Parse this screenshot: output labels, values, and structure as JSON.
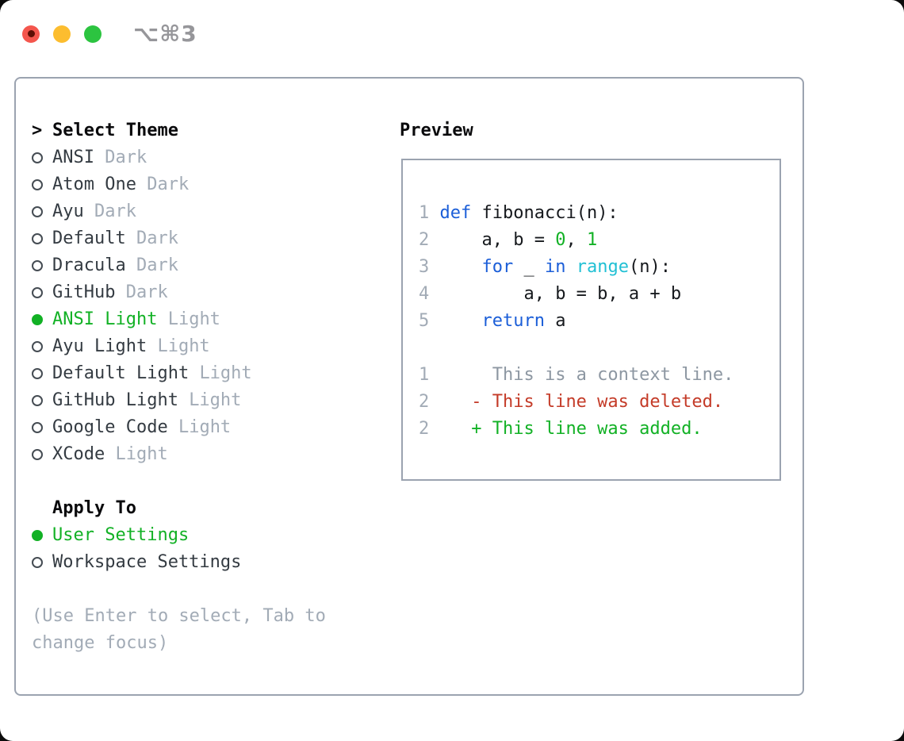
{
  "window": {
    "shortcut_label": "⌥⌘3",
    "traffic_lights": [
      {
        "name": "close",
        "color": "#f4564d",
        "has_dot": true
      },
      {
        "name": "minimize",
        "color": "#fcbd2f",
        "has_dot": false
      },
      {
        "name": "zoom",
        "color": "#2cc440",
        "has_dot": false
      }
    ]
  },
  "theme_panel": {
    "prompt": ">",
    "title": "Select Theme",
    "items": [
      {
        "name": "ANSI",
        "variant": "Dark",
        "selected": false
      },
      {
        "name": "Atom One",
        "variant": "Dark",
        "selected": false
      },
      {
        "name": "Ayu",
        "variant": "Dark",
        "selected": false
      },
      {
        "name": "Default",
        "variant": "Dark",
        "selected": false
      },
      {
        "name": "Dracula",
        "variant": "Dark",
        "selected": false
      },
      {
        "name": "GitHub",
        "variant": "Dark",
        "selected": false
      },
      {
        "name": "ANSI Light",
        "variant": "Light",
        "selected": true
      },
      {
        "name": "Ayu Light",
        "variant": "Light",
        "selected": false
      },
      {
        "name": "Default Light",
        "variant": "Light",
        "selected": false
      },
      {
        "name": "GitHub Light",
        "variant": "Light",
        "selected": false
      },
      {
        "name": "Google Code",
        "variant": "Light",
        "selected": false
      },
      {
        "name": "XCode",
        "variant": "Light",
        "selected": false
      }
    ],
    "apply_to": {
      "title": "Apply To",
      "options": [
        {
          "label": "User Settings",
          "selected": true
        },
        {
          "label": "Workspace Settings",
          "selected": false
        }
      ]
    },
    "hint_lines": [
      "(Use Enter to select, Tab to",
      "change focus)"
    ]
  },
  "preview": {
    "title": "Preview",
    "lines": [
      {
        "segs": []
      },
      {
        "segs": [
          {
            "t": "1 ",
            "c": "num"
          },
          {
            "t": "def",
            "c": "kw"
          },
          {
            "t": " fibonacci(n):",
            "c": "fg"
          }
        ]
      },
      {
        "segs": [
          {
            "t": "2 ",
            "c": "num"
          },
          {
            "t": "    a, b = ",
            "c": "fg"
          },
          {
            "t": "0",
            "c": "lit"
          },
          {
            "t": ", ",
            "c": "fg"
          },
          {
            "t": "1",
            "c": "lit"
          }
        ]
      },
      {
        "segs": [
          {
            "t": "3 ",
            "c": "num"
          },
          {
            "t": "    ",
            "c": "fg"
          },
          {
            "t": "for",
            "c": "kw"
          },
          {
            "t": " _ ",
            "c": "fg"
          },
          {
            "t": "in",
            "c": "kw"
          },
          {
            "t": " ",
            "c": "fg"
          },
          {
            "t": "range",
            "c": "fn"
          },
          {
            "t": "(n):",
            "c": "fg"
          }
        ]
      },
      {
        "segs": [
          {
            "t": "4 ",
            "c": "num"
          },
          {
            "t": "        a, b = b, a + b",
            "c": "fg"
          }
        ]
      },
      {
        "segs": [
          {
            "t": "5 ",
            "c": "num"
          },
          {
            "t": "    ",
            "c": "fg"
          },
          {
            "t": "return",
            "c": "kw"
          },
          {
            "t": " a",
            "c": "fg"
          }
        ]
      },
      {
        "segs": []
      },
      {
        "segs": [
          {
            "t": "1 ",
            "c": "num"
          },
          {
            "t": "     This is a context line.",
            "c": "ctx"
          }
        ]
      },
      {
        "segs": [
          {
            "t": "2 ",
            "c": "num"
          },
          {
            "t": "   - This line was deleted.",
            "c": "del"
          }
        ]
      },
      {
        "segs": [
          {
            "t": "2 ",
            "c": "num"
          },
          {
            "t": "   + This line was added.",
            "c": "add"
          }
        ]
      }
    ]
  },
  "colors": {
    "accent_green": "#12b125",
    "keyword_blue": "#1b5ed8",
    "function_cyan": "#22c0d4",
    "deleted_red": "#c43b28",
    "muted_gray": "#a2abb6",
    "context_gray": "#8d97a2",
    "border_gray": "#9ba3b0",
    "text_dark": "#343b42"
  }
}
